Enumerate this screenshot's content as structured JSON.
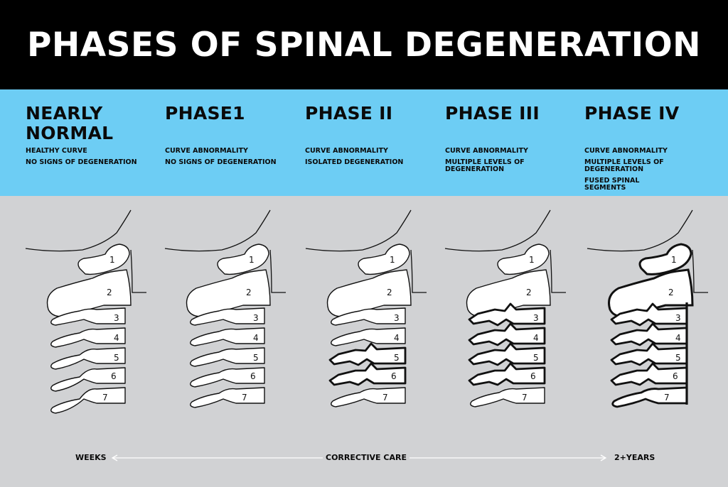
{
  "title": "PHASES OF SPINAL DEGENERATION",
  "phases": [
    {
      "title": "NEARLY NORMAL",
      "lines": [
        "HEALTHY CURVE",
        "NO SIGNS OF DEGENERATION"
      ]
    },
    {
      "title": "PHASE1",
      "lines": [
        "CURVE ABNORMALITY",
        "NO SIGNS OF DEGENERATION"
      ]
    },
    {
      "title": "PHASE II",
      "lines": [
        "CURVE ABNORMALITY",
        "ISOLATED DEGENERATION"
      ]
    },
    {
      "title": "PHASE III",
      "lines": [
        "CURVE ABNORMALITY",
        "MULTIPLE LEVELS OF DEGENERATION"
      ]
    },
    {
      "title": "PHASE IV",
      "lines": [
        "CURVE ABNORMALITY",
        "MULTIPLE LEVELS OF DEGENERATION",
        "FUSED SPINAL SEGMENTS"
      ]
    }
  ],
  "vertebra_labels": [
    "1",
    "2",
    "3",
    "4",
    "5",
    "6",
    "7"
  ],
  "timeline": {
    "start": "WEEKS",
    "middle": "CORRECTIVE CARE",
    "end": "2+YEARS"
  },
  "colors": {
    "header": "#000000",
    "band": "#6dcdf4",
    "background": "#d1d2d4",
    "bone": "#ffffff",
    "ink": "#111111"
  }
}
